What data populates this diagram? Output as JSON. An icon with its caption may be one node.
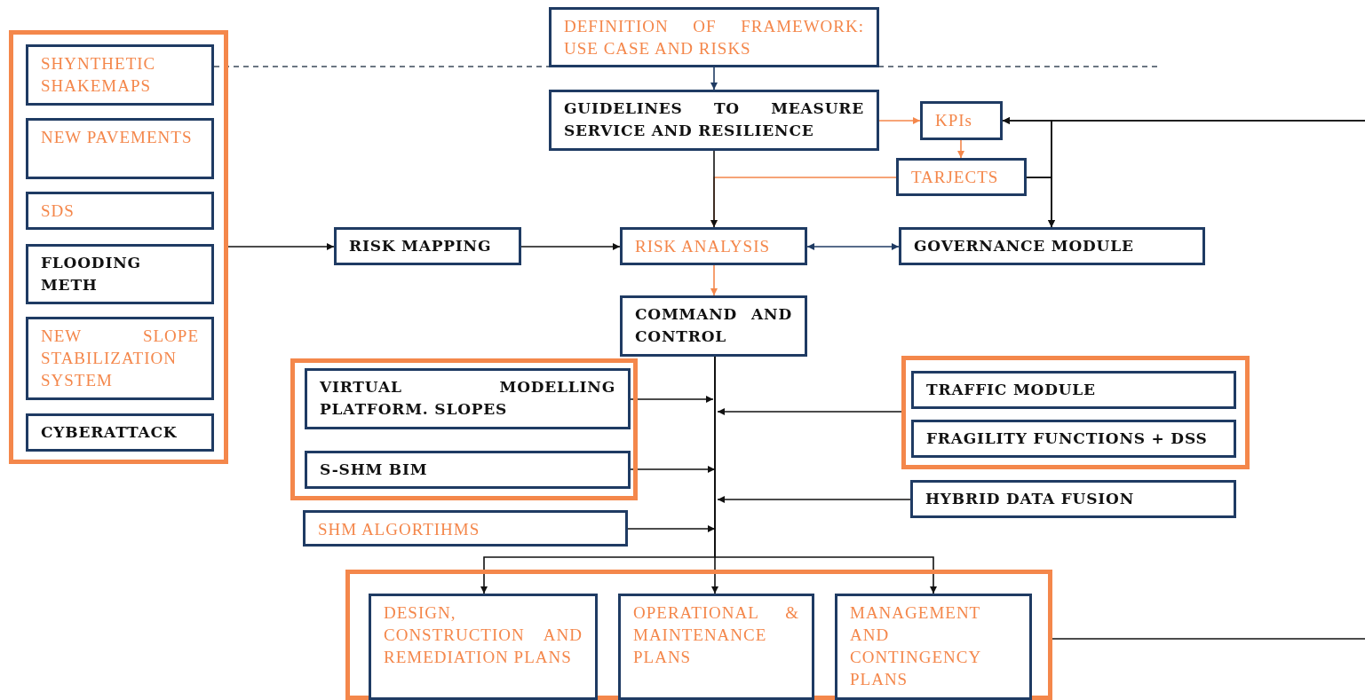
{
  "diagram": {
    "nodes": [
      {
        "text": [],
        "shape": "box"
      },
      {
        "text": [
          "SHYNTHETIC SHAKEMAPS"
        ],
        "in": 0
      },
      {
        "text": [
          "NEW PAVEMENTS"
        ],
        "in": 0
      },
      {
        "text": [
          "SDS"
        ],
        "in": 0
      },
      {
        "text": [
          "FLOODING METH"
        ],
        "in": 0
      },
      {
        "text": [
          "NEW SLOPE STABILIZATION SYSTEM"
        ],
        "in": 0
      },
      {
        "text": [
          "CYBERATTACK"
        ],
        "in": 0
      },
      {
        "text": [
          "DEFINITION OF FRAMEWORK: USE CASE AND RISKS"
        ]
      },
      {
        "text": [
          "GUIDELINES TO MEASURE SERVICE AND RESILIENCE"
        ]
      },
      {
        "text": [
          "KPIs"
        ]
      },
      {
        "text": [
          "TARJECTS"
        ]
      },
      {
        "text": [
          "RISK MAPPING"
        ]
      },
      {
        "text": [
          "RISK ANALYSIS"
        ]
      },
      {
        "text": [
          "GOVERNANCE MODULE"
        ]
      },
      {
        "text": [
          "COMMAND AND CONTROL"
        ]
      },
      {
        "text": [],
        "shape": "box"
      },
      {
        "text": [
          "VIRTUAL MODELLING PLATFORM. SLOPES"
        ],
        "in": 15
      },
      {
        "text": [
          "S-SHM BIM"
        ],
        "in": 15
      },
      {
        "text": [
          "SHM ALGORTIHMS"
        ]
      },
      {
        "text": [],
        "shape": "box"
      },
      {
        "text": [
          "TRAFFIC MODULE"
        ],
        "in": 19
      },
      {
        "text": [
          "FRAGILITY FUNCTIONS + DSS"
        ],
        "in": 19
      },
      {
        "text": [
          "HYBRID DATA FUSION"
        ]
      },
      {
        "text": [],
        "shape": "box"
      },
      {
        "text": [
          "DESIGN, CONSTRUCTION AND REMEDIATION PLANS"
        ],
        "in": 23
      },
      {
        "text": [
          "OPERATIONAL & MAINTENANCE PLANS"
        ],
        "in": 23
      },
      {
        "text": [
          "MANAGEMENT AND CONTINGENCY PLANS"
        ],
        "in": 23
      }
    ],
    "edges": [
      {
        "from": 1,
        "to": null,
        "arrow": "none",
        "style": "dashed",
        "color": "#3b4a5a"
      },
      {
        "from": 7,
        "to": 8,
        "arrow": "to",
        "color": "#1f3b63"
      },
      {
        "from": 8,
        "to": 9,
        "arrow": "to",
        "color": "#f4874b"
      },
      {
        "from": 9,
        "to": 10,
        "arrow": "to",
        "color": "#f4874b"
      },
      {
        "from": 10,
        "to": 12,
        "arrow": "to",
        "color": "#f4874b"
      },
      {
        "from": 8,
        "to": 12,
        "arrow": "to"
      },
      {
        "from": 0,
        "to": 11,
        "arrow": "to"
      },
      {
        "from": 11,
        "to": 12,
        "arrow": "to"
      },
      {
        "from": 12,
        "to": 13,
        "arrow": "both",
        "color": "#1f3b63"
      },
      {
        "from": 23,
        "to": null,
        "arrow": "none"
      },
      {
        "from": null,
        "to": 9,
        "arrow": "to"
      },
      {
        "from": null,
        "to": 13,
        "arrow": "to"
      },
      {
        "from": 10,
        "to": 9,
        "arrow": "to"
      },
      {
        "from": 10,
        "to": 13,
        "arrow": "to"
      },
      {
        "from": 12,
        "to": 14,
        "arrow": "to",
        "color": "#f4874b"
      },
      {
        "from": 16,
        "to": null,
        "arrow": "to"
      },
      {
        "from": 19,
        "to": null,
        "arrow": "to"
      },
      {
        "from": 17,
        "to": null,
        "arrow": "to"
      },
      {
        "from": 22,
        "to": null,
        "arrow": "to"
      },
      {
        "from": 18,
        "to": null,
        "arrow": "to"
      },
      {
        "from": 14,
        "to": 24,
        "arrow": "to"
      },
      {
        "from": 14,
        "to": 25,
        "arrow": "to"
      },
      {
        "from": 14,
        "to": 26,
        "arrow": "to"
      }
    ]
  }
}
